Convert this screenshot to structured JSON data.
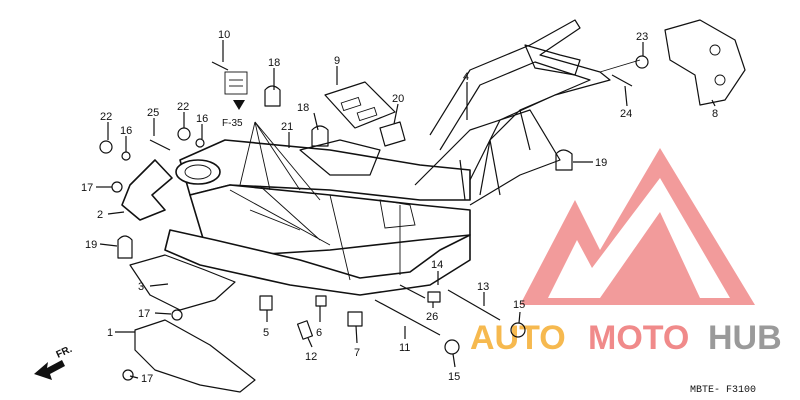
{
  "diagram_code": "MBTE- F3100",
  "reference": "F-35",
  "front_indicator": "FR.",
  "watermark": {
    "text_part1": "AUTO",
    "text_part2": "MOTO",
    "text_part3": "HUB",
    "color_orange": "#f6b94f",
    "color_red": "#f08a8a",
    "color_gray": "#9a9a9a"
  },
  "labels": [
    {
      "id": "c1",
      "text": "10"
    },
    {
      "id": "c2",
      "text": "18"
    },
    {
      "id": "c3",
      "text": "9"
    },
    {
      "id": "c4",
      "text": "18"
    },
    {
      "id": "c5",
      "text": "20"
    },
    {
      "id": "c6",
      "text": "4"
    },
    {
      "id": "c7",
      "text": "23"
    },
    {
      "id": "c8",
      "text": "24"
    },
    {
      "id": "c9",
      "text": "8"
    },
    {
      "id": "c10",
      "text": "22"
    },
    {
      "id": "c11",
      "text": "25"
    },
    {
      "id": "c12",
      "text": "22"
    },
    {
      "id": "c13",
      "text": "16"
    },
    {
      "id": "c14",
      "text": "16"
    },
    {
      "id": "c15",
      "text": "21"
    },
    {
      "id": "c16",
      "text": "19"
    },
    {
      "id": "c17",
      "text": "17"
    },
    {
      "id": "c18",
      "text": "2"
    },
    {
      "id": "c19",
      "text": "19"
    },
    {
      "id": "c20",
      "text": "14"
    },
    {
      "id": "c21",
      "text": "13"
    },
    {
      "id": "c22",
      "text": "3"
    },
    {
      "id": "c23",
      "text": "17"
    },
    {
      "id": "c24",
      "text": "5"
    },
    {
      "id": "c25",
      "text": "6"
    },
    {
      "id": "c26",
      "text": "26"
    },
    {
      "id": "c27",
      "text": "15"
    },
    {
      "id": "c28",
      "text": "1"
    },
    {
      "id": "c29",
      "text": "12"
    },
    {
      "id": "c30",
      "text": "7"
    },
    {
      "id": "c31",
      "text": "11"
    },
    {
      "id": "c32",
      "text": "15"
    },
    {
      "id": "c33",
      "text": "17"
    }
  ]
}
